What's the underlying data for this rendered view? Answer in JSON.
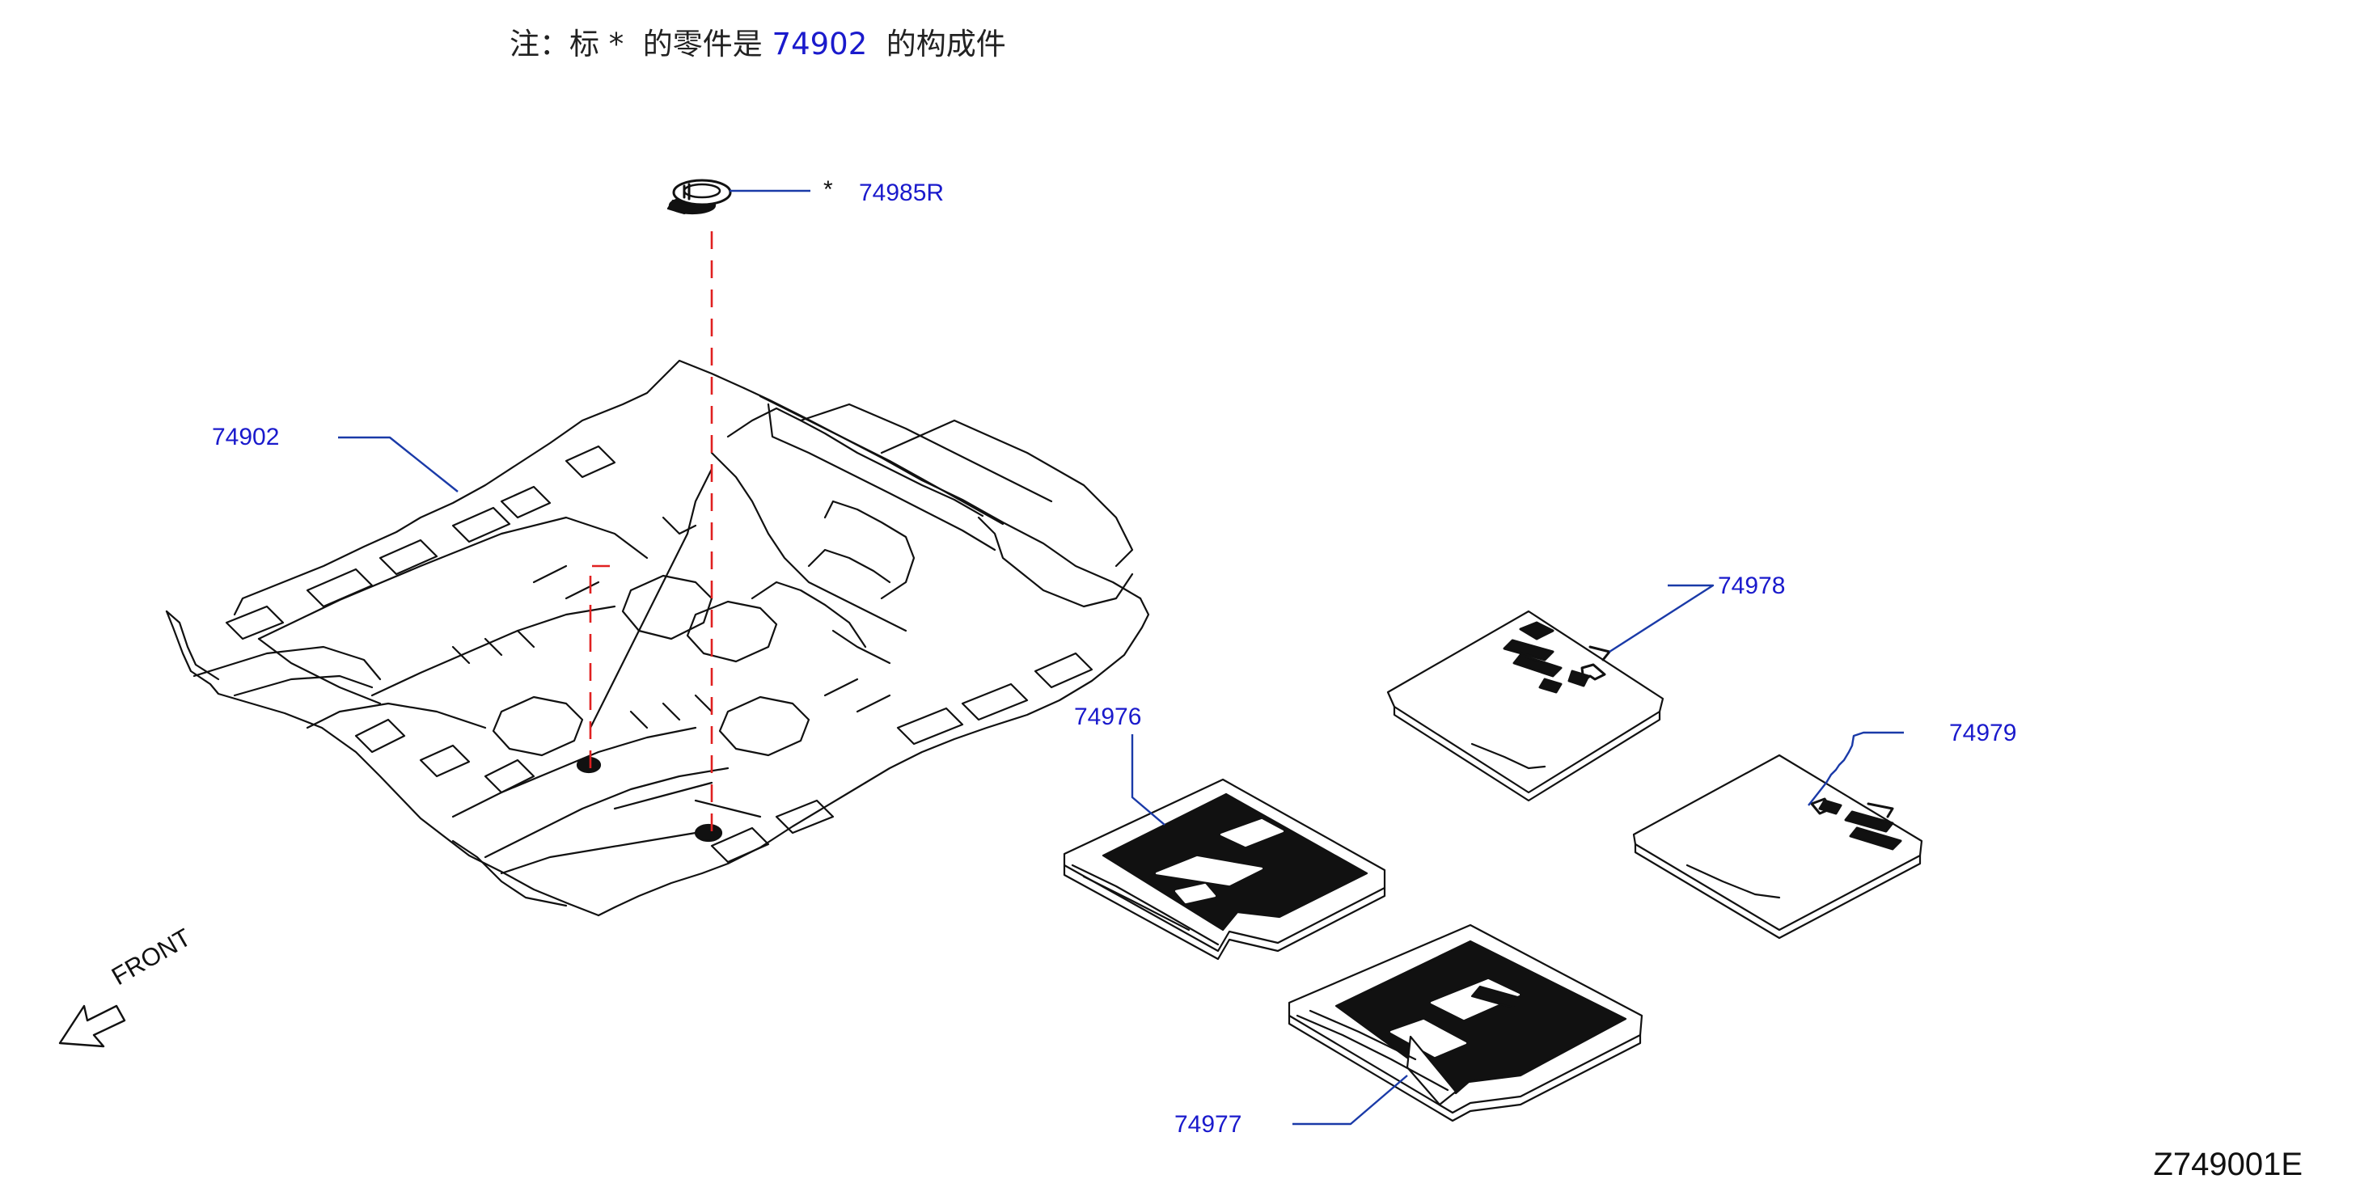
{
  "note": {
    "prefix": "注：标 *  的零件是 ",
    "ref": "74902",
    "suffix": "  的构成件"
  },
  "parts": {
    "p74985R": {
      "star": "*",
      "number": "74985R"
    },
    "p74902": {
      "number": "74902"
    },
    "p74978": {
      "number": "74978"
    },
    "p74976": {
      "number": "74976"
    },
    "p74979": {
      "number": "74979"
    },
    "p74977": {
      "number": "74977"
    }
  },
  "front_label": "FRONT",
  "drawing_code": "Z749001E",
  "colors": {
    "callout": "#1a1acc",
    "leader": "#1a3aa8",
    "dashed": "#e02020",
    "line": "#111111"
  }
}
